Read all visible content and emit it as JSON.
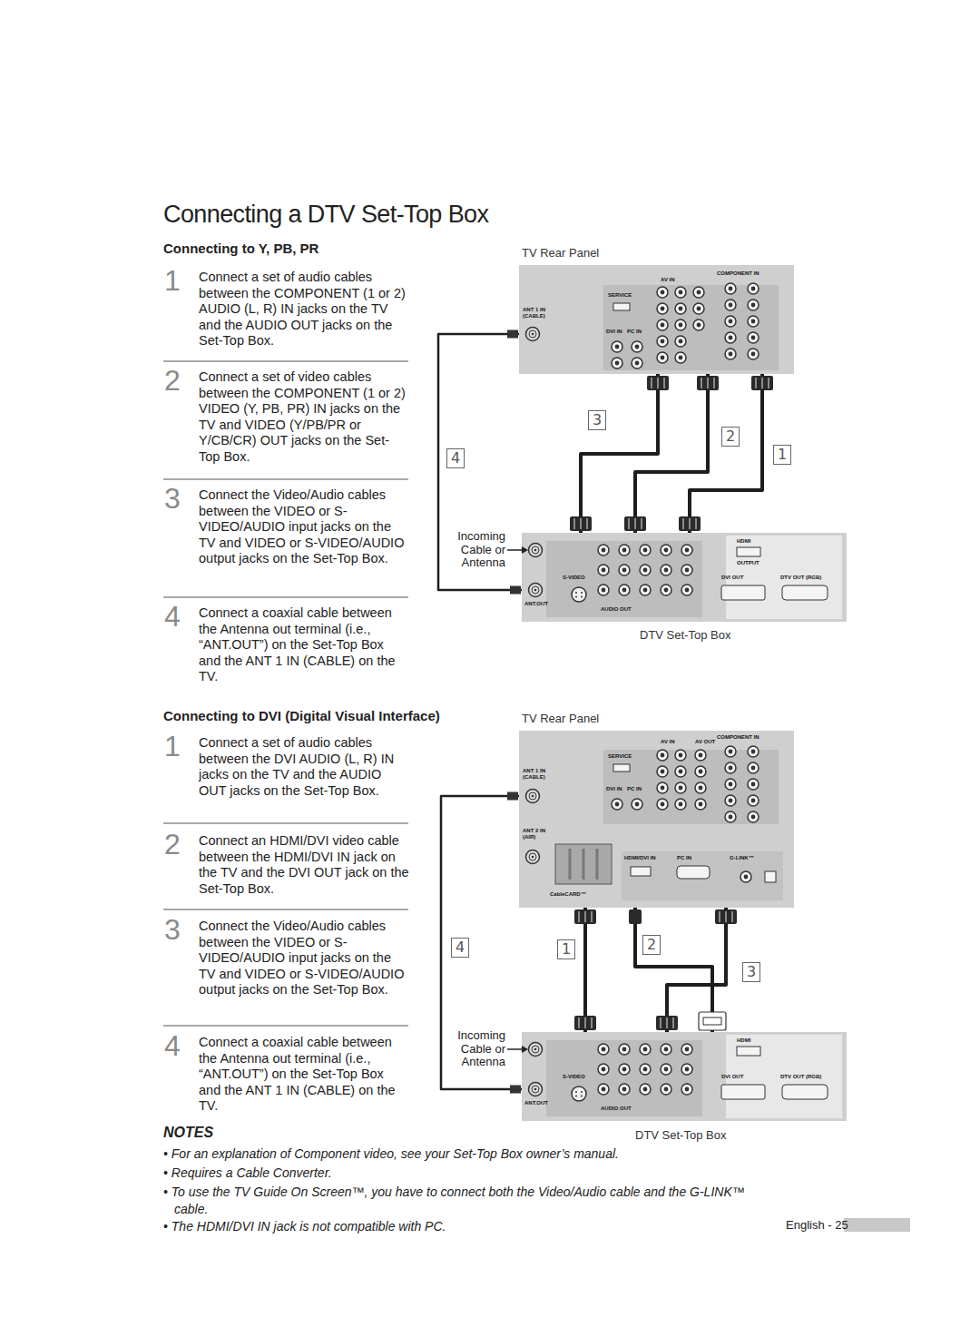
{
  "diagram": {
    "title": "Connecting a DTV Set-Top Box",
    "nodes": [
      {
        "text": [
          "TV Rear Panel"
        ]
      },
      {
        "text": [
          "DTV Set-Top Box"
        ]
      },
      {
        "text": [
          "TV Rear Panel"
        ]
      },
      {
        "text": [
          "DTV Set-Top Box"
        ]
      }
    ],
    "edges": [
      {
        "from": 1,
        "to": 0,
        "label": "1",
        "arrow": "none"
      },
      {
        "from": 1,
        "to": 0,
        "label": "2",
        "arrow": "none"
      },
      {
        "from": 1,
        "to": 0,
        "label": "3",
        "arrow": "none"
      },
      {
        "from": 1,
        "to": 0,
        "label": "4",
        "arrow": "none"
      },
      {
        "from": 3,
        "to": 2,
        "label": "1",
        "arrow": "none"
      },
      {
        "from": 3,
        "to": 2,
        "label": "2",
        "arrow": "none"
      },
      {
        "from": 3,
        "to": 2,
        "label": "3",
        "arrow": "none"
      },
      {
        "from": 3,
        "to": 2,
        "label": "4",
        "arrow": "none"
      }
    ],
    "labels": [
      "Connecting to Y, PB, PR",
      "1",
      "Connect a set of audio cables between the COMPONENT (1 or 2) AUDIO (L, R) IN jacks on the TV and the AUDIO OUT jacks on the Set-Top Box.",
      "2",
      "Connect a set of video cables between the COMPONENT (1 or 2) VIDEO (Y, PB, PR) IN jacks on the TV and VIDEO (Y/PB/PR or Y/CB/CR) OUT jacks on the Set-Top Box.",
      "3",
      "Connect the Video/Audio cables between the VIDEO or S-VIDEO/AUDIO input jacks on the TV and VIDEO or S-VIDEO/AUDIO output jacks on the Set-Top Box.",
      "4",
      "Connect a coaxial cable between the Antenna out terminal (i.e., “ANT.OUT”) on the Set-Top Box and the ANT 1 IN (CABLE) on the TV.",
      "Connecting to DVI (Digital Visual Interface)",
      "1",
      "Connect a set of audio cables between the DVI AUDIO (L, R) IN jacks on the TV and the AUDIO OUT jacks on the Set-Top Box.",
      "2",
      "Connect an HDMI/DVI video cable between the HDMI/DVI IN jack on the TV and the DVI OUT jack on the Set-Top Box.",
      "3",
      "Connect the Video/Audio cables between the VIDEO or S-VIDEO/AUDIO input jacks on the TV and VIDEO or S-VIDEO/AUDIO output jacks on the Set-Top Box.",
      "4",
      "Connect a coaxial cable between the Antenna out terminal (i.e., “ANT.OUT”) on the Set-Top Box and the ANT 1 IN (CABLE) on the TV.",
      "NOTES",
      "• For an explanation of Component video, see your Set-Top Box owner’s manual.",
      "• Requires a Cable Converter.",
      "• To use the TV Guide On Screen™, you have to connect both the Video/Audio cable and the G-LINK™ cable.",
      "• The HDMI/DVI IN jack is not compatible with PC.",
      "English - 25",
      "Incoming Cable or Antenna",
      "Incoming Cable or Antenna",
      "COMPONENT IN",
      "AV IN",
      "SERVICE",
      "ANT 1 IN (CABLE)",
      "DVI IN",
      "PC IN",
      "HDMI",
      "OUTPUT",
      "S-VIDEO",
      "ANT.OUT",
      "AUDIO OUT",
      "DVI OUT",
      "DTV OUT (RGB)",
      "COMPONENT IN",
      "AV IN",
      "AV OUT",
      "SERVICE",
      "ANT 1 IN (CABLE)",
      "DVI IN",
      "PC IN",
      "ANT 2 IN (AIR)",
      "CableCARD™",
      "HDMI/DVI IN",
      "PC IN",
      "G-LINK™",
      "HDMI",
      "S-VIDEO",
      "ANT.OUT",
      "AUDIO OUT",
      "DVI OUT",
      "DTV OUT (RGB)"
    ]
  }
}
